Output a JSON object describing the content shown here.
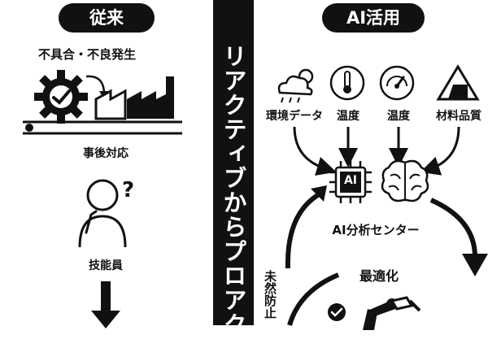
{
  "left": {
    "title": "従来",
    "issue_label": "不具合・不良発生",
    "response_label": "事後対応",
    "person_label": "技能員"
  },
  "center": {
    "banner_text": "リアクティブからプロアクテ"
  },
  "right": {
    "title": "AI活用",
    "inputs": [
      {
        "label": "環境データ",
        "icon": "cloud-sun-icon"
      },
      {
        "label": "温度",
        "icon": "thermometer-icon"
      },
      {
        "label": "温度",
        "icon": "gauge-icon"
      },
      {
        "label": "材料品質",
        "icon": "material-shapes-icon"
      }
    ],
    "ai_chip_text": "AI",
    "center_label": "AI分析センター",
    "optimize_label": "最適化",
    "prevent_label": "未然防止"
  }
}
